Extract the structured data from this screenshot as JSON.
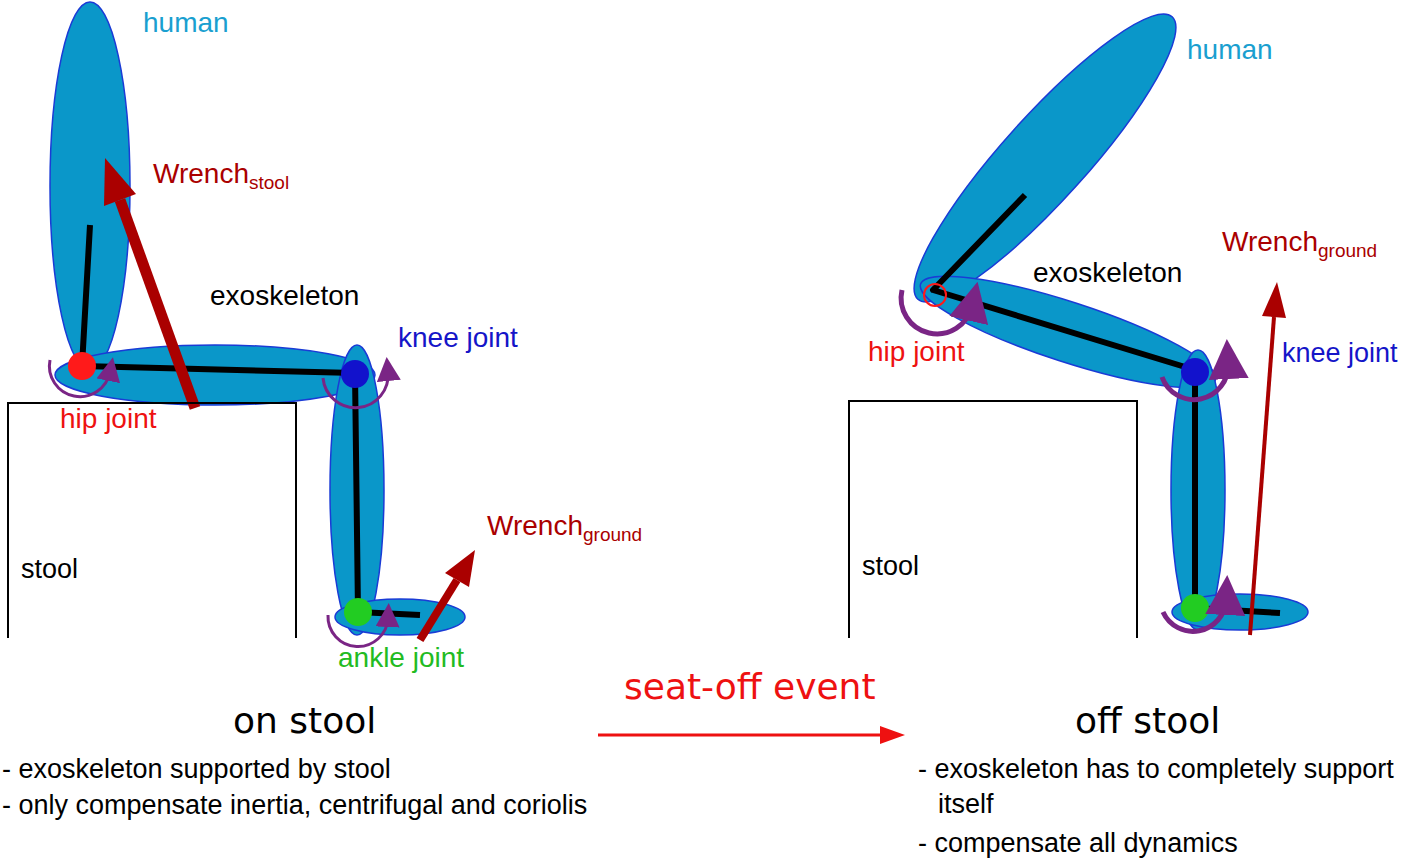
{
  "diagram": {
    "nodes": [
      {
        "text": [
          "stool"
        ]
      },
      {
        "text": [
          "stool"
        ]
      }
    ],
    "labels": [
      "human",
      "Wrench",
      "stool",
      "exoskeleton",
      "knee joint",
      "hip joint",
      "Wrench",
      "ground",
      "ankle joint",
      "on stool",
      "- exoskeleton supported by stool",
      "- only compensate inertia, centrifugal and coriolis",
      "seat-off event",
      "human",
      "Wrench",
      "ground",
      "exoskeleton",
      "hip joint",
      "knee joint",
      "off stool",
      "- exoskeleton has to completely support itself",
      "- compensate all dynamics"
    ]
  }
}
